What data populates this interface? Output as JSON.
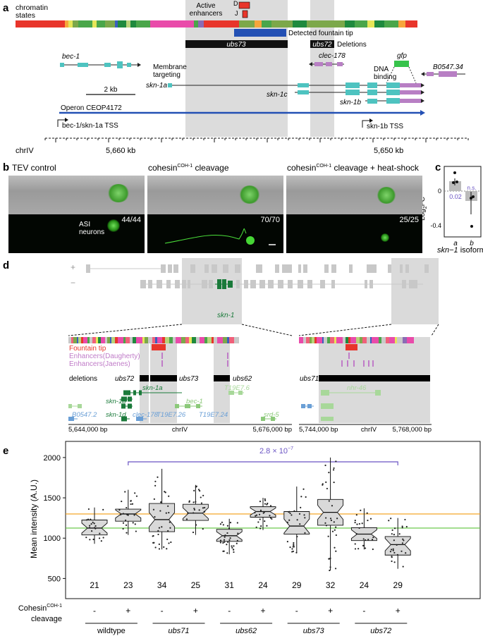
{
  "panel_a": {
    "label": "a",
    "chromatin_label": [
      "chromatin",
      "states"
    ],
    "active_enhancers_label": [
      "Active",
      "enhancers"
    ],
    "enh_D": "D",
    "enh_J": "J",
    "fountain_tip_label": "Detected fountain tip",
    "deletions_label": "Deletions",
    "del_ubs73": "ubs73",
    "del_ubs72": "ubs72",
    "genes": {
      "bec1": "bec-1",
      "clec178": "clec-178",
      "gfp": "gfp",
      "b0547": "B0547.34",
      "skn1a": "skn-1a",
      "skn1c": "skn-1c",
      "skn1b": "skn-1b"
    },
    "membrane_label": [
      "Membrane",
      "targeting"
    ],
    "dna_label": [
      "DNA",
      "binding"
    ],
    "scale_label": "2 kb",
    "operon_label": "Operon CEOP4172",
    "tss1": "bec-1/skn-1a TSS",
    "tss2": "skn-1b TSS",
    "chr": "chrIV",
    "coord1": "5,660 kb",
    "coord2": "5,650 kb"
  },
  "panel_b": {
    "label": "b",
    "titles": [
      "TEV control",
      "cohesin",
      "cohesin"
    ],
    "title_sup": "COH-1",
    "title_suffix": [
      "",
      " cleavage",
      " cleavage + heat-shock"
    ],
    "counts": [
      "44/44",
      "70/70",
      "25/25"
    ],
    "asi_label": [
      "ASI",
      "neurons"
    ]
  },
  "panel_c": {
    "label": "c",
    "ylabel": "Log",
    "ylabel_sub": "2",
    "ylabel_end": "FC",
    "yticks": [
      "0",
      "-0.4"
    ],
    "p_a": "0.02",
    "p_b": "n.s.",
    "xticks": [
      "a",
      "b"
    ],
    "xlabel_gene": "skn−1",
    "xlabel_rest": "isoform"
  },
  "panel_d": {
    "label": "d",
    "strand_plus": "+",
    "strand_minus": "−",
    "skn1": "skn-1",
    "tracks": [
      "Fountain tip",
      "Enhancers(Daugherty)",
      "Enhancers(Jaenes)"
    ],
    "deletions": "deletions",
    "del_labels": [
      "ubs72",
      "ubs73",
      "ubs62",
      "ubs71"
    ],
    "genes": [
      "skn-1a",
      "skn-1b",
      "skn-1d",
      "B0547.2",
      "clec-178",
      "T19E7.26",
      "bec-1",
      "T19E7.24",
      "T19E7.6",
      "srd-5",
      "nhr-46"
    ],
    "axis_left": [
      "5,644,000 bp",
      "chrIV",
      "5,676,000 bp"
    ],
    "axis_right": [
      "5,744,000 bp",
      "chrIV",
      "5,768,000 bp"
    ]
  },
  "panel_e": {
    "label": "e",
    "ylabel": "Mean intensity (A.U.)",
    "xrow_label": [
      "Cohesin",
      "cleavage"
    ],
    "xrow_sup": "COH-1",
    "pvalue": "2.8 × 10",
    "pvalue_exp": "−7",
    "signs": [
      "-",
      "+",
      "-",
      "+",
      "-",
      "+",
      "-",
      "+",
      "-",
      "+"
    ],
    "groups": [
      "wildtype",
      "ubs71",
      "ubs62",
      "ubs73",
      "ubs72"
    ],
    "colors": {
      "orange": "#f39c12",
      "green": "#5cc33a",
      "purple": "#6b55c4"
    },
    "chart_data": {
      "type": "box",
      "ylabel": "Mean intensity (A.U.)",
      "ylim": [
        250,
        2200
      ],
      "yticks": [
        500,
        1000,
        1500,
        2000
      ],
      "reference_lines": [
        1300,
        1125
      ],
      "categories": [
        "wildtype -",
        "wildtype +",
        "ubs71 -",
        "ubs71 +",
        "ubs62 -",
        "ubs62 +",
        "ubs73 -",
        "ubs73 +",
        "ubs72 -",
        "ubs72 +"
      ],
      "n": [
        21,
        23,
        34,
        25,
        31,
        24,
        29,
        32,
        24,
        29
      ],
      "boxes": [
        {
          "q1": 1040,
          "median": 1125,
          "q3": 1225,
          "lo": 930,
          "hi": 1380
        },
        {
          "q1": 1210,
          "median": 1300,
          "q3": 1360,
          "lo": 1040,
          "hi": 1600
        },
        {
          "q1": 1080,
          "median": 1230,
          "q3": 1430,
          "lo": 860,
          "hi": 1860
        },
        {
          "q1": 1220,
          "median": 1310,
          "q3": 1420,
          "lo": 1040,
          "hi": 1660
        },
        {
          "q1": 960,
          "median": 1030,
          "q3": 1110,
          "lo": 800,
          "hi": 1240
        },
        {
          "q1": 1260,
          "median": 1330,
          "q3": 1390,
          "lo": 1100,
          "hi": 1500
        },
        {
          "q1": 1050,
          "median": 1150,
          "q3": 1330,
          "lo": 820,
          "hi": 1640
        },
        {
          "q1": 1160,
          "median": 1320,
          "q3": 1480,
          "lo": 600,
          "hi": 2000
        },
        {
          "q1": 970,
          "median": 1050,
          "q3": 1130,
          "lo": 860,
          "hi": 1370
        },
        {
          "q1": 790,
          "median": 920,
          "q3": 1020,
          "lo": 620,
          "hi": 1250
        }
      ]
    }
  }
}
